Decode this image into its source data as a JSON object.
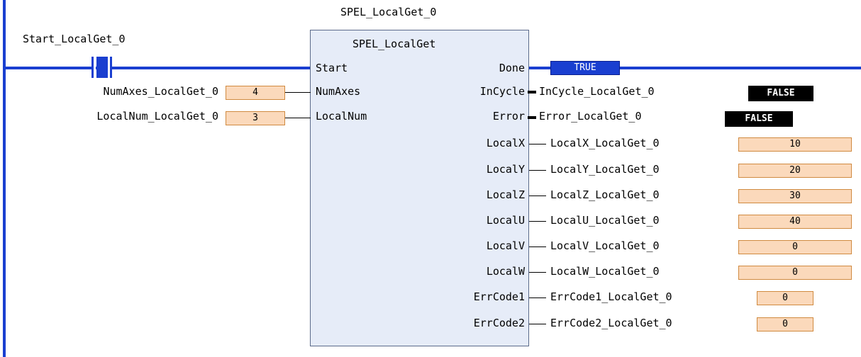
{
  "block": {
    "instance_name": "SPEL_LocalGet_0",
    "type_name": "SPEL_LocalGet"
  },
  "contact": {
    "variable": "Start_LocalGet_0"
  },
  "inputs": [
    {
      "pin": "Start"
    },
    {
      "pin": "NumAxes",
      "variable": "NumAxes_LocalGet_0",
      "value": "4"
    },
    {
      "pin": "LocalNum",
      "variable": "LocalNum_LocalGet_0",
      "value": "3"
    }
  ],
  "outputs": [
    {
      "pin": "Done",
      "variable": "",
      "value": "TRUE",
      "style": "blue"
    },
    {
      "pin": "InCycle",
      "variable": "InCycle_LocalGet_0",
      "value": "FALSE",
      "style": "black"
    },
    {
      "pin": "Error",
      "variable": "Error_LocalGet_0",
      "value": "FALSE",
      "style": "black"
    },
    {
      "pin": "LocalX",
      "variable": "LocalX_LocalGet_0",
      "value": "10",
      "style": "orange"
    },
    {
      "pin": "LocalY",
      "variable": "LocalY_LocalGet_0",
      "value": "20",
      "style": "orange"
    },
    {
      "pin": "LocalZ",
      "variable": "LocalZ_LocalGet_0",
      "value": "30",
      "style": "orange"
    },
    {
      "pin": "LocalU",
      "variable": "LocalU_LocalGet_0",
      "value": "40",
      "style": "orange"
    },
    {
      "pin": "LocalV",
      "variable": "LocalV_LocalGet_0",
      "value": "0",
      "style": "orange"
    },
    {
      "pin": "LocalW",
      "variable": "LocalW_LocalGet_0",
      "value": "0",
      "style": "orange"
    },
    {
      "pin": "ErrCode1",
      "variable": "ErrCode1_LocalGet_0",
      "value": "0",
      "style": "orange"
    },
    {
      "pin": "ErrCode2",
      "variable": "ErrCode2_LocalGet_0",
      "value": "0",
      "style": "orange"
    }
  ],
  "colors": {
    "power_flow": "#1a3fd0",
    "block_fill": "#e6ecf8",
    "value_fill": "#fbd9bb",
    "bool_false": "#000000"
  }
}
